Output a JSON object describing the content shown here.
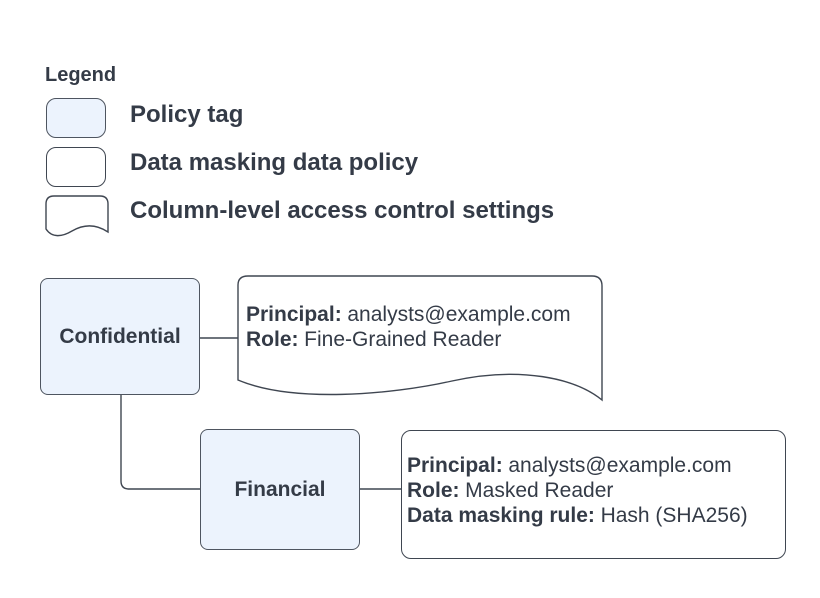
{
  "legend": {
    "title": "Legend",
    "items": [
      {
        "label": "Policy tag"
      },
      {
        "label": "Data masking data policy"
      },
      {
        "label": "Column-level access control settings"
      }
    ]
  },
  "diagram": {
    "nodes": [
      {
        "label": "Confidential"
      },
      {
        "label": "Financial"
      }
    ],
    "access_note": {
      "lines": [
        {
          "key": "Principal:",
          "value": "analysts@example.com"
        },
        {
          "key": "Role:",
          "value": "Fine-Grained Reader"
        }
      ]
    },
    "policy_note": {
      "lines": [
        {
          "key": "Principal:",
          "value": "analysts@example.com"
        },
        {
          "key": "Role:",
          "value": "Masked Reader"
        },
        {
          "key": "Data masking rule:",
          "value": "Hash (SHA256)"
        }
      ]
    }
  },
  "colors": {
    "policy_tag_fill": "#ecf3fd",
    "policy_tag_stroke": "#4e5560",
    "shape_stroke": "#3f4651",
    "text": "#343b47",
    "background": "#ffffff"
  }
}
